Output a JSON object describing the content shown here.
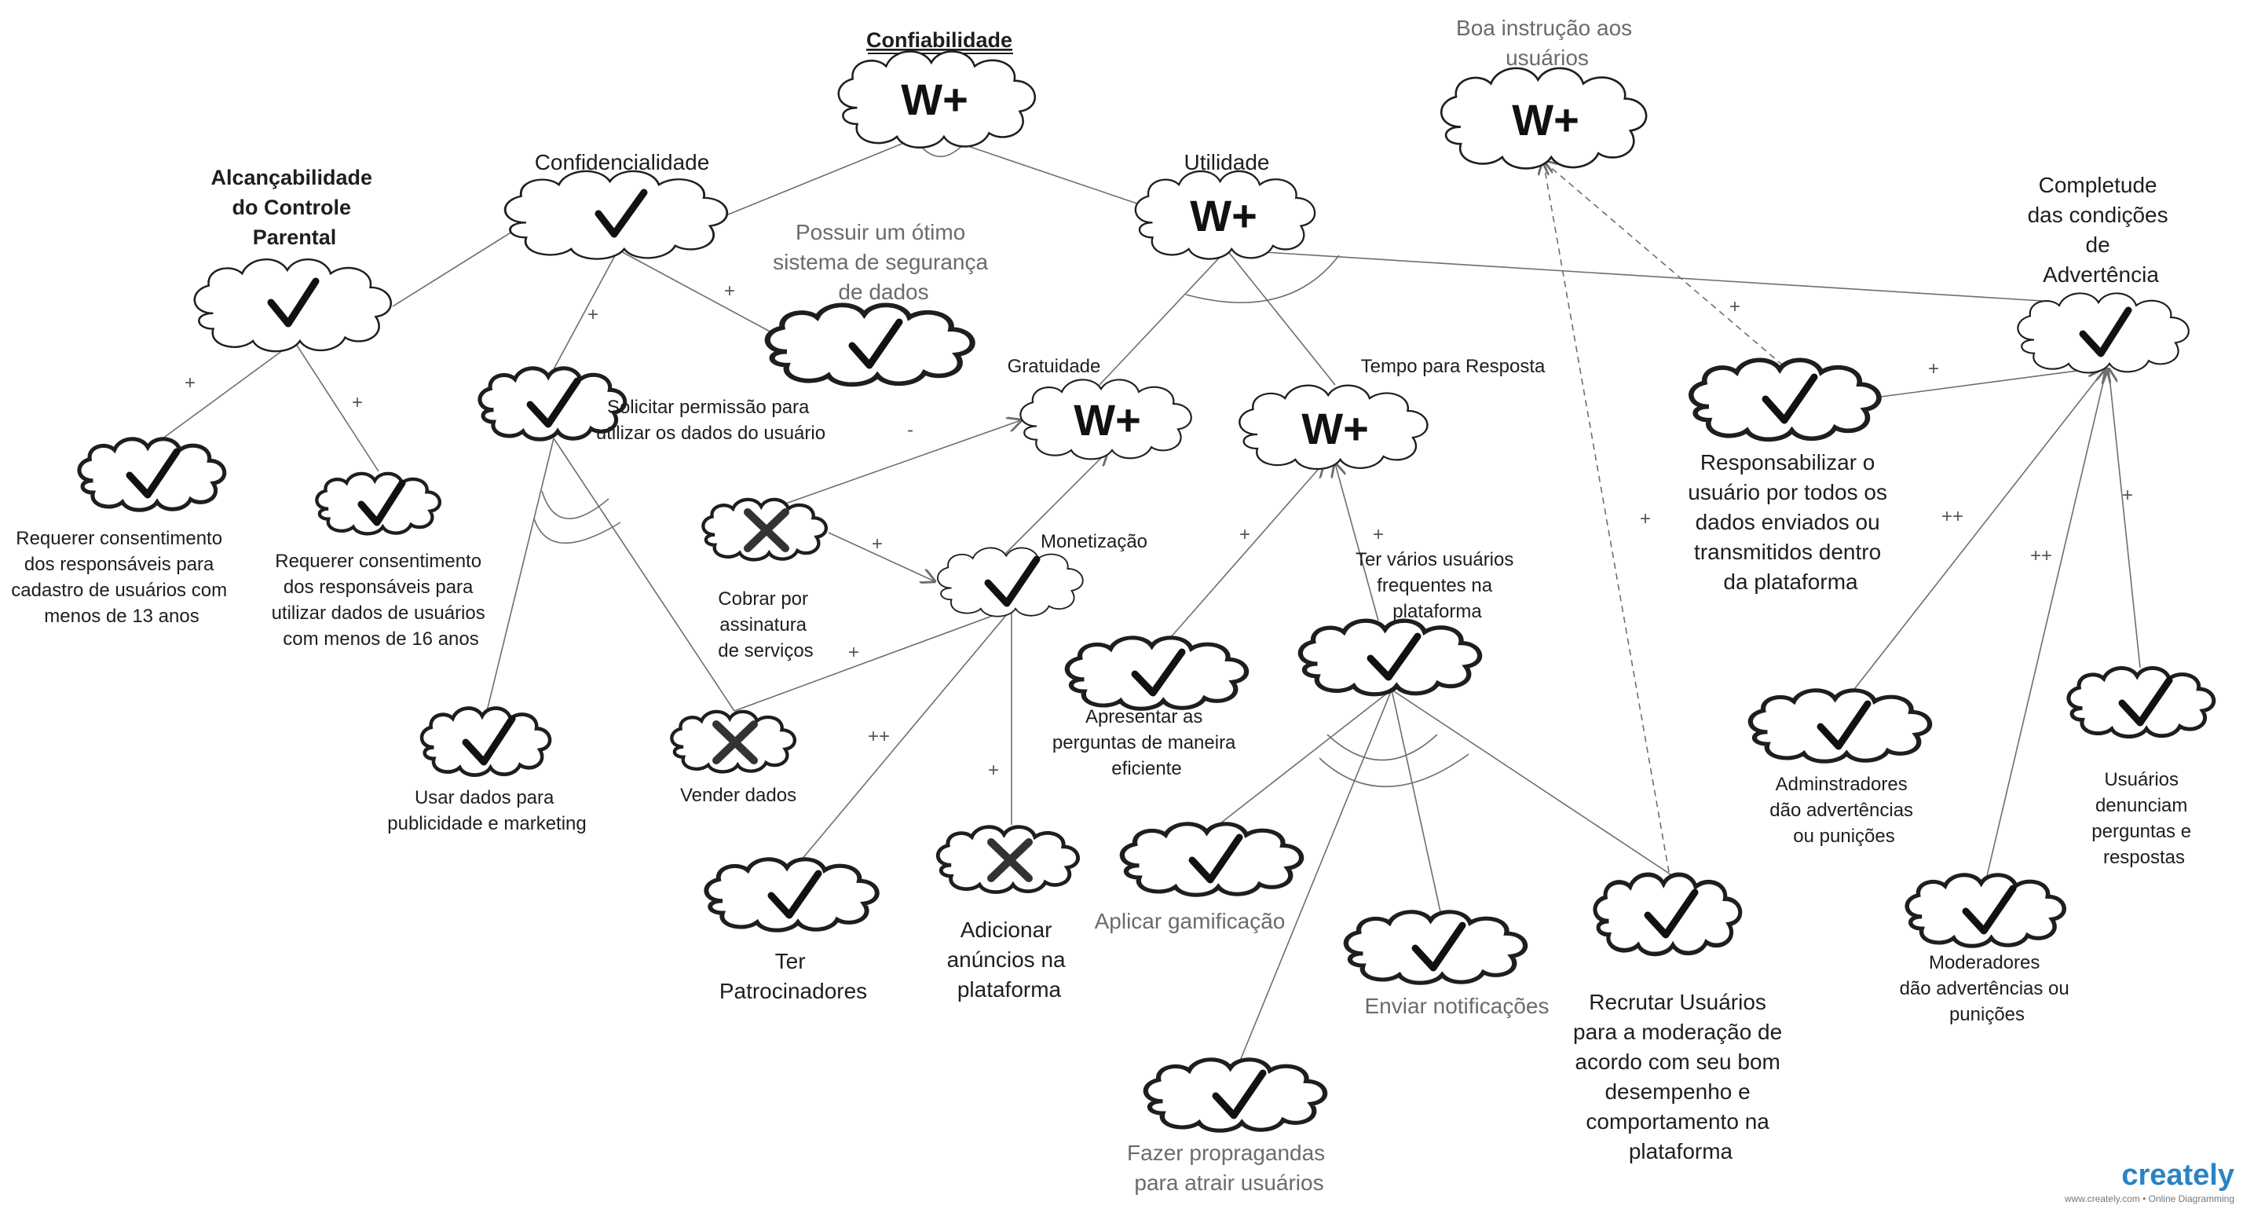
{
  "nodes": {
    "confiabilidade": {
      "label": "Confiabilidade",
      "value": "W+"
    },
    "confidencialidade": {
      "label": "Confidencialidade"
    },
    "utilidade": {
      "label": "Utilidade",
      "value": "W+"
    },
    "alcancabilidade": {
      "label": [
        "Alcançabilidade",
        "do Controle",
        "Parental"
      ]
    },
    "boa_instrucao": {
      "label": [
        "Boa instrução aos",
        "usuários"
      ],
      "value": "W+"
    },
    "seguranca": {
      "label": [
        "Possuir um ótimo",
        "sistema de segurança",
        "de dados"
      ]
    },
    "solicitar_permissao": {
      "label": [
        "Solicitar permissão para",
        "utilizar os dados do usuário"
      ]
    },
    "gratuidade": {
      "label": "Gratuidade",
      "value": "W+"
    },
    "tempo_resposta": {
      "label": "Tempo para Resposta",
      "value": "W+"
    },
    "completude": {
      "label": [
        "Completude",
        "das condições",
        "de",
        "Advertência"
      ]
    },
    "responsabilizar": {
      "label": [
        "Responsabilizar o",
        "usuário por todos os",
        "dados enviados ou",
        "transmitidos dentro",
        "da plataforma"
      ]
    },
    "req_13": {
      "label": [
        "Requerer consentimento",
        "dos responsáveis para",
        "cadastro de usuários com",
        "menos de 13 anos"
      ]
    },
    "req_16": {
      "label": [
        "Requerer consentimento",
        "dos responsáveis para",
        "utilizar dados de usuários",
        "com menos de 16 anos"
      ]
    },
    "cobrar": {
      "label": [
        "Cobrar por",
        "assinatura",
        "de serviços"
      ]
    },
    "monetizacao": {
      "label": "Monetização"
    },
    "varios_usuarios": {
      "label": [
        "Ter vários usuários",
        "frequentes na",
        "plataforma"
      ]
    },
    "apresentar": {
      "label": [
        "Apresentar as",
        "perguntas de maneira",
        "eficiente"
      ]
    },
    "usar_dados": {
      "label": [
        "Usar dados para",
        "publicidade e marketing"
      ]
    },
    "vender_dados": {
      "label": "Vender dados"
    },
    "patrocinadores": {
      "label": [
        "Ter",
        "Patrocinadores"
      ]
    },
    "anuncios": {
      "label": [
        "Adicionar",
        "anúncios na",
        "plataforma"
      ]
    },
    "gamificacao": {
      "label": "Aplicar gamificação"
    },
    "notificacoes": {
      "label": "Enviar notificações"
    },
    "propagandas": {
      "label": [
        "Fazer propragandas",
        "para atrair usuários"
      ]
    },
    "recrutar": {
      "label": [
        "Recrutar Usuários",
        "para a moderação de",
        "acordo com seu bom",
        "desempenho e",
        "comportamento na",
        "plataforma"
      ]
    },
    "admins": {
      "label": [
        "Adminstradores",
        "dão advertências",
        "ou punições"
      ]
    },
    "usuarios_denunciam": {
      "label": [
        "Usuários",
        "denunciam",
        "perguntas e",
        "respostas"
      ]
    },
    "moderadores": {
      "label": [
        "Moderadores",
        "dão advertências ou",
        "punições"
      ]
    }
  },
  "contributions": {
    "alc_req13": "+",
    "alc_req16": "+",
    "conf_solicitar": "+",
    "conf_seguranca": "+",
    "cobrar_gratuidade": "-",
    "cobrar_monetizacao": "+",
    "vender_monetizacao": "+",
    "patrocinadores_monetizacao": "++",
    "anuncios_monetizacao": "+",
    "apresentar_tempo": "+",
    "varios_tempo": "+",
    "responsabilizar_boa": "+",
    "responsabilizar_completude": "+",
    "recrutar_boa": "+",
    "admins_completude": "++",
    "moderadores_completude": "++",
    "denunciam_completude": "+"
  },
  "logo": {
    "name": "creately",
    "subtitle": "www.creately.com • Online Diagramming"
  }
}
